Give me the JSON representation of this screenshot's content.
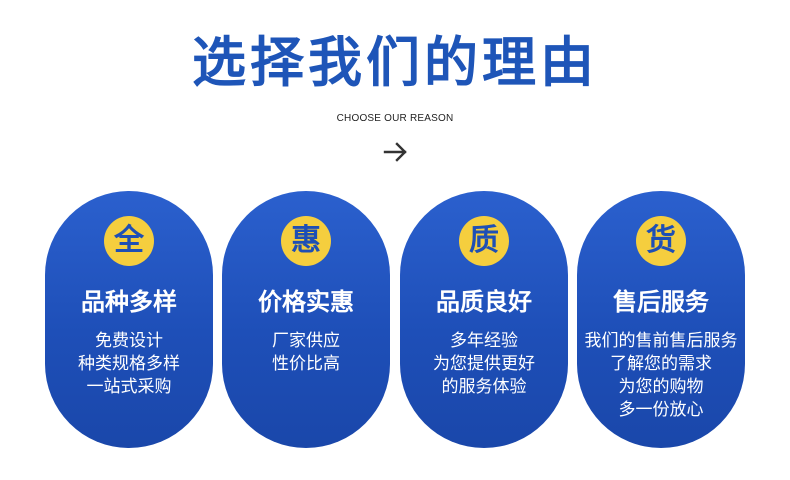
{
  "header": {
    "title": "选择我们的理由",
    "subtitle": "CHOOSE OUR REASON",
    "arrow_icon": "arrow-right-icon"
  },
  "colors": {
    "primary_blue": "#1e55b8",
    "badge_yellow": "#f5ce3e",
    "text_white": "#ffffff"
  },
  "cards": [
    {
      "badge": "全",
      "title": "品种多样",
      "lines": [
        "免费设计",
        "种类规格多样",
        "一站式采购"
      ]
    },
    {
      "badge": "惠",
      "title": "价格实惠",
      "lines": [
        "厂家供应",
        "性价比高"
      ]
    },
    {
      "badge": "质",
      "title": "品质良好",
      "lines": [
        "多年经验",
        "为您提供更好",
        "的服务体验"
      ]
    },
    {
      "badge": "货",
      "title": "售后服务",
      "lines": [
        "我们的售前售后服务",
        "了解您的需求",
        "为您的购物",
        "多一份放心"
      ]
    }
  ]
}
